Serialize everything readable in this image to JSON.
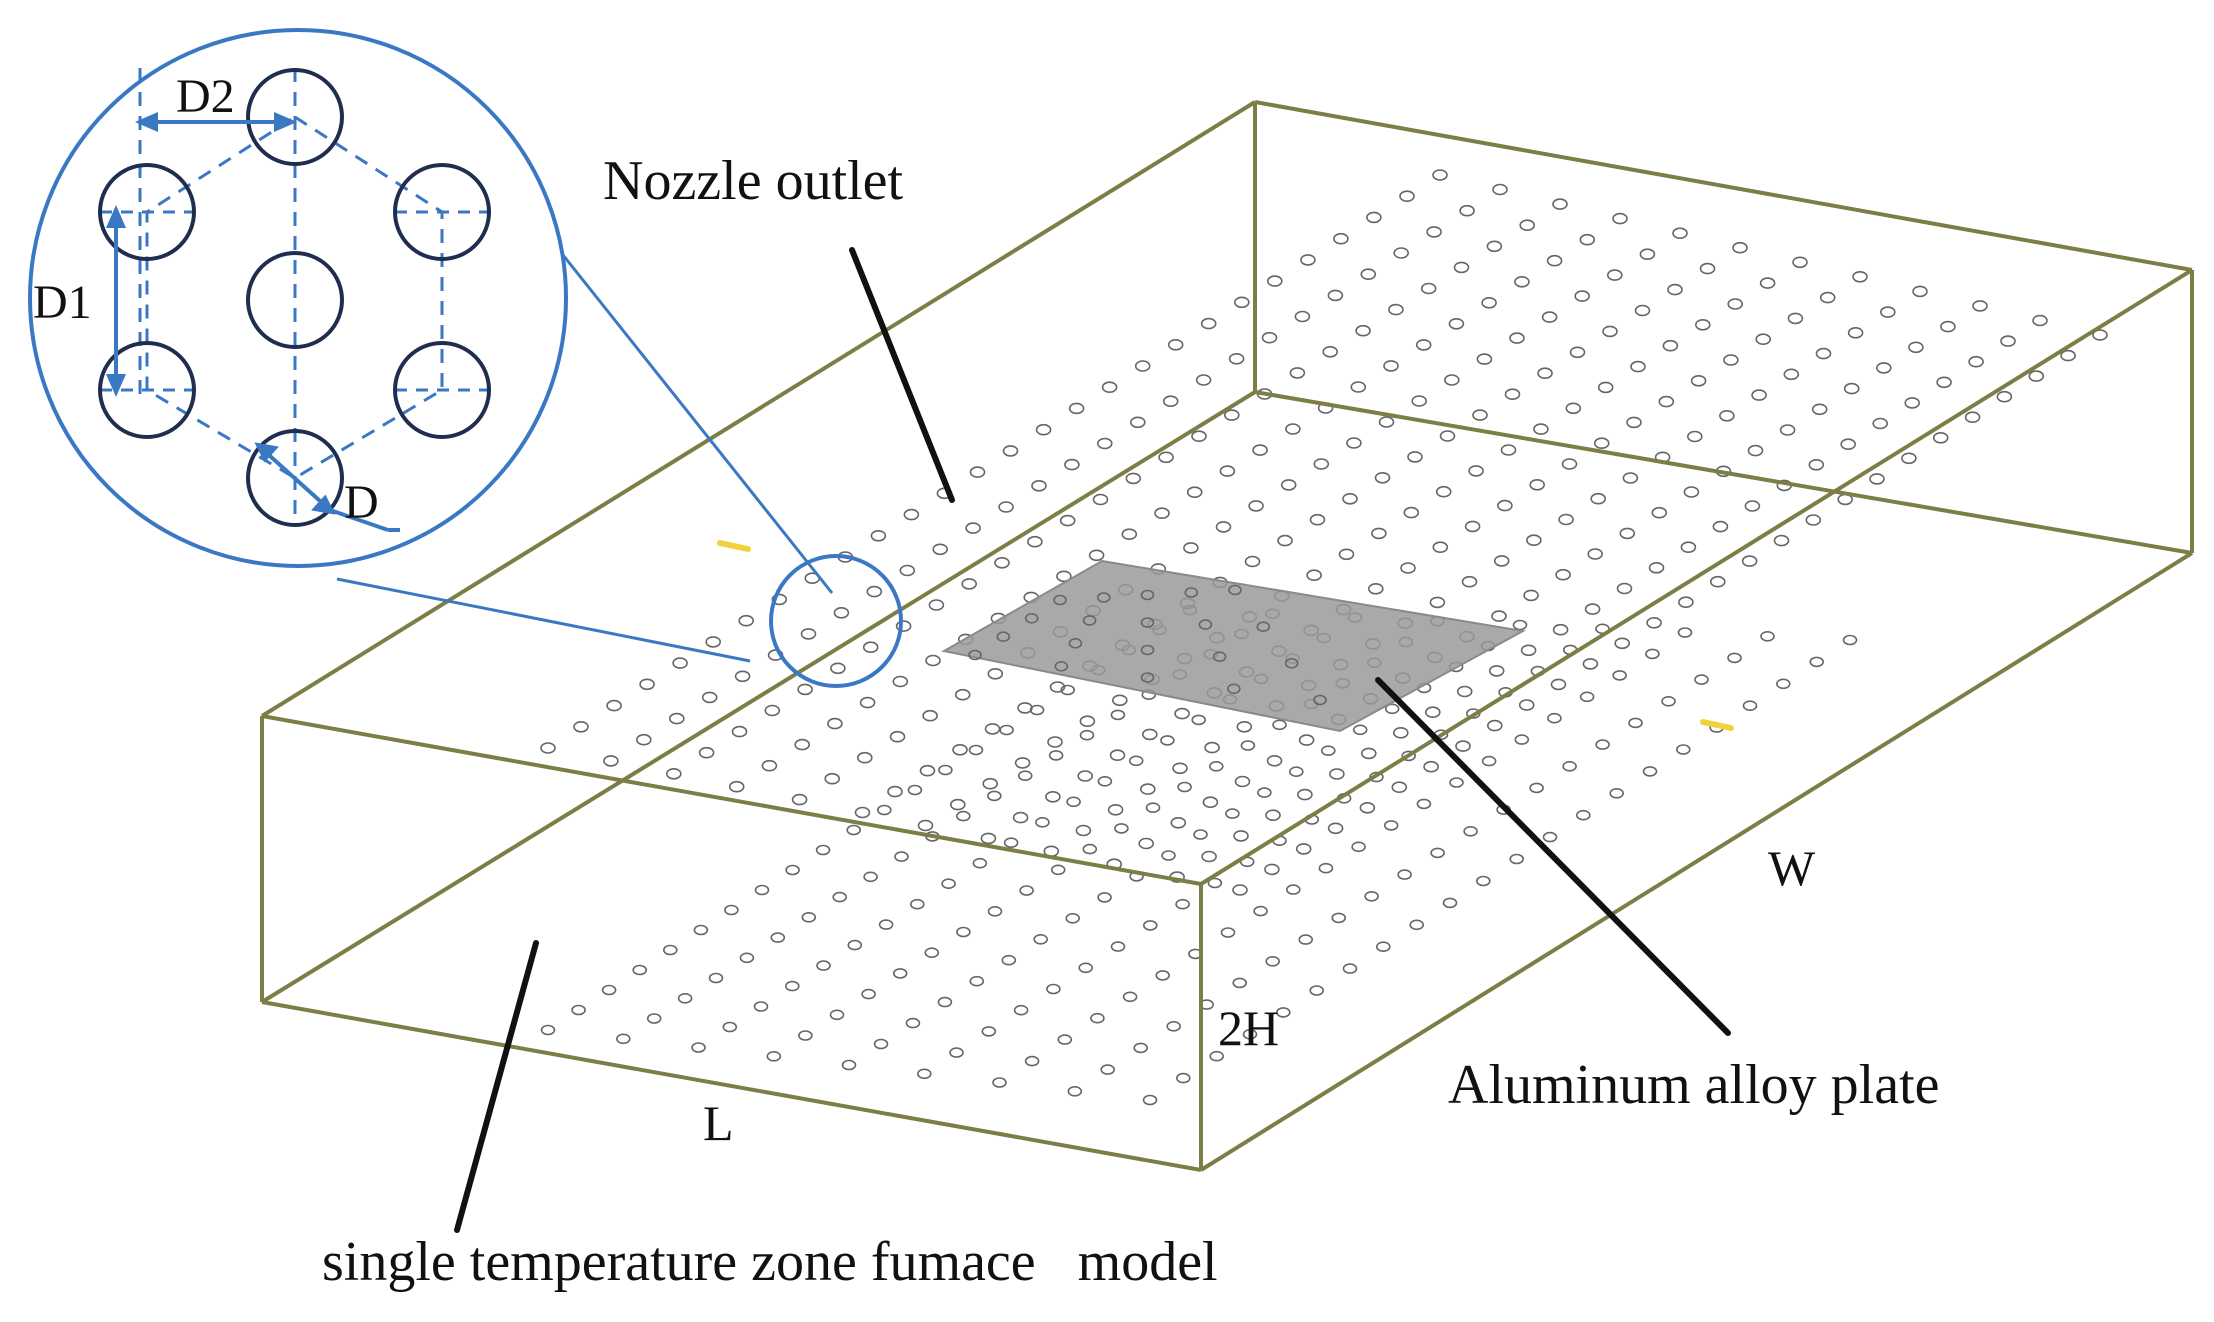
{
  "labels": {
    "nozzle_outlet": "Nozzle outlet",
    "aluminum_plate": "Aluminum alloy plate",
    "furnace_model": "single temperature zone fumace   model",
    "dim_w": "W",
    "dim_l": "L",
    "dim_2h": "2H",
    "dim_d1": "D1",
    "dim_d2": "D2",
    "dim_d": "D"
  },
  "colors": {
    "box_edge": "#7d7d46",
    "plate": "#9a9a9a",
    "nozzle": "#666666",
    "callout": "#3a78c4",
    "detail_circle": "#1f2d4f",
    "leader": "#111111",
    "marker": "#f2d23c"
  },
  "icons": {
    "nozzle": "nozzle-outlet-circle",
    "marker": "yellow-dash-marker"
  }
}
